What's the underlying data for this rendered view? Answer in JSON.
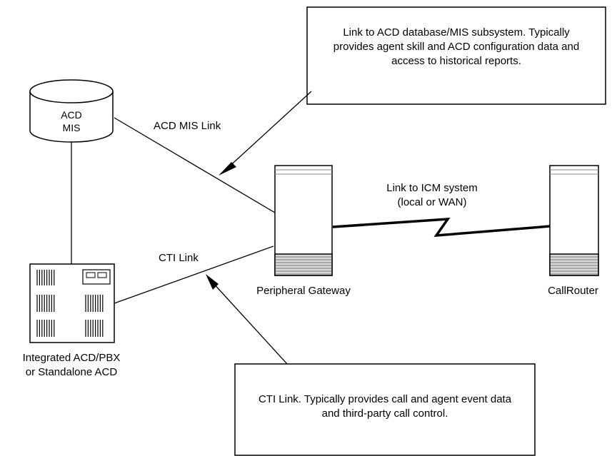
{
  "callouts": {
    "mis_text": "Link to ACD database/MIS subsystem. Typically provides agent skill and ACD configuration data and access to historical reports.",
    "cti_text": "CTI Link. Typically provides call and agent event data and third-party call control."
  },
  "nodes": {
    "acd_mis_line1": "ACD",
    "acd_mis_line2": "MIS",
    "acd_pbx_line1": "Integrated ACD/PBX",
    "acd_pbx_line2": "or Standalone ACD",
    "peripheral_gateway": "Peripheral Gateway",
    "callrouter": "CallRouter"
  },
  "links": {
    "acd_mis_link": "ACD MIS Link",
    "cti_link": "CTI Link",
    "icm_link_line1": "Link to ICM system",
    "icm_link_line2": "(local or WAN)"
  }
}
